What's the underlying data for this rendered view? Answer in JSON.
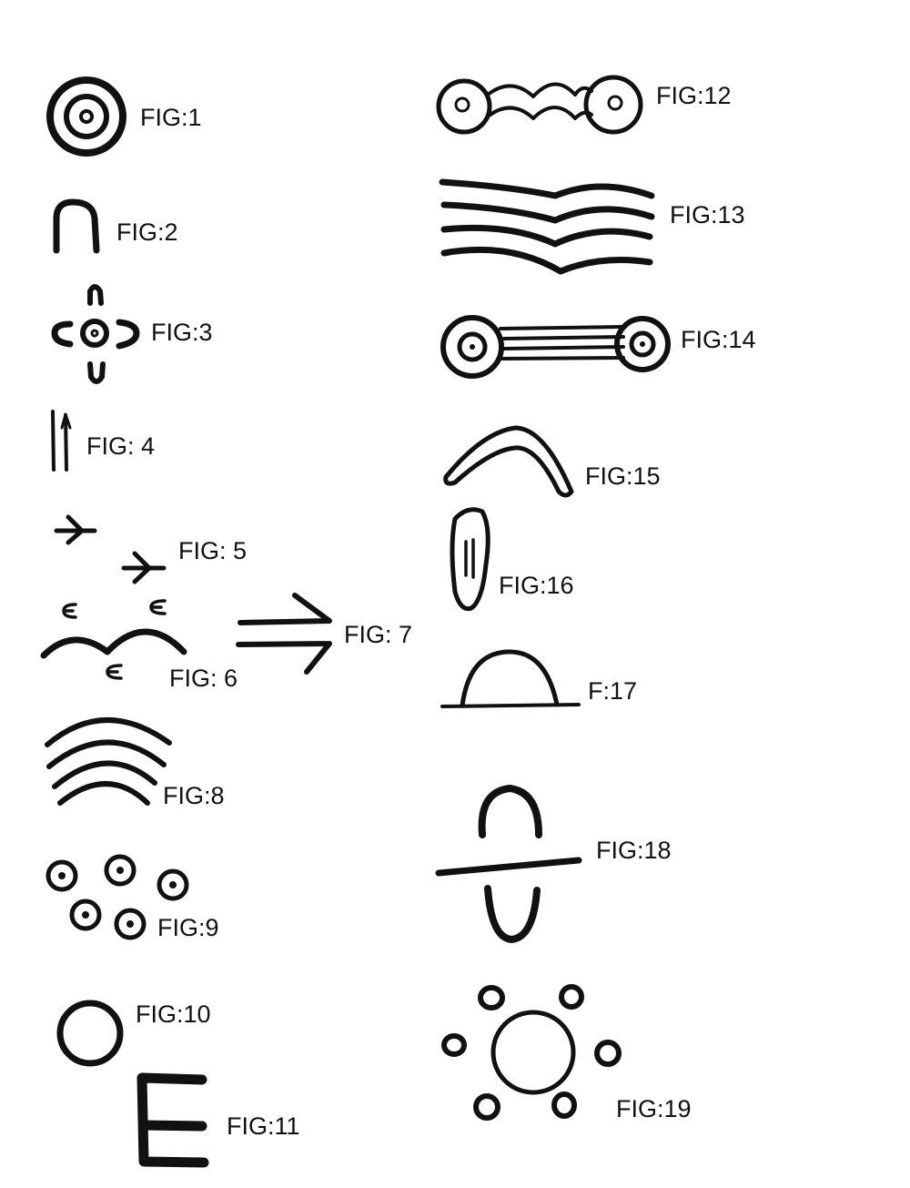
{
  "ink_color": "#111111",
  "background": "#ffffff",
  "figures": [
    {
      "label": "FIG:1"
    },
    {
      "label": "FIG:2"
    },
    {
      "label": "FIG:3"
    },
    {
      "label": "FIG: 4"
    },
    {
      "label": "FIG: 5"
    },
    {
      "label": "FIG: 6"
    },
    {
      "label": "FIG: 7"
    },
    {
      "label": "FIG:8"
    },
    {
      "label": "FIG:9"
    },
    {
      "label": "FIG:10"
    },
    {
      "label": "FIG:11"
    },
    {
      "label": "FIG:12"
    },
    {
      "label": "FIG:13"
    },
    {
      "label": "FIG:14"
    },
    {
      "label": "FIG:15"
    },
    {
      "label": "FIG:16"
    },
    {
      "label": "F:17"
    },
    {
      "label": "FIG:18"
    },
    {
      "label": "FIG:19"
    }
  ]
}
